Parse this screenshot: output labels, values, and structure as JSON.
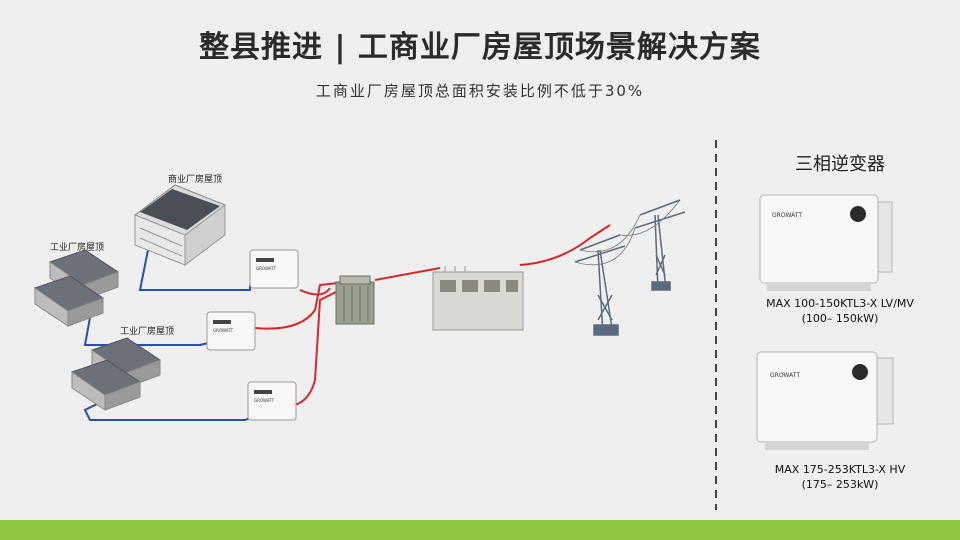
{
  "title": "整县推进 | 工商业厂房屋顶场景解决方案",
  "subtitle": "工商业厂房屋顶总面积安装比例不低于30%",
  "labels": {
    "commercial_roof": "商业厂房屋顶",
    "industrial_roof_1": "工业厂房屋顶",
    "industrial_roof_2": "工业厂房屋顶"
  },
  "inverter_brand": "GROWATT",
  "right_panel": {
    "title": "三相逆变器",
    "models": [
      {
        "name": "MAX 100-150KTL3-X LV/MV",
        "range": "(100– 150kW)"
      },
      {
        "name": "MAX 175-253KTL3-X HV",
        "range": "(175– 253kW)"
      }
    ]
  },
  "colors": {
    "dc_line": "#2a4fa8",
    "ac_line": "#d8262b",
    "accent_bar": "#8cc63f"
  }
}
